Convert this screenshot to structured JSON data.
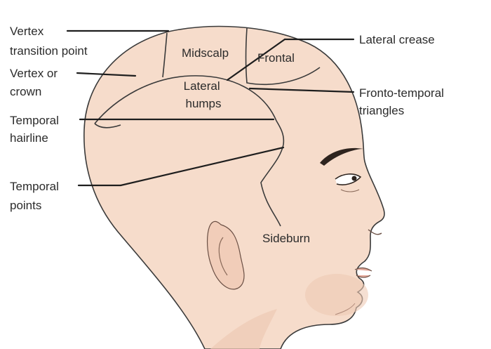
{
  "colors": {
    "skin": "#f6dccb",
    "skin_shadow": "#eec9b4",
    "outline": "#3a3a3a",
    "leader": "#1e1e1e",
    "text": "#2b2b2b",
    "lip": "#e3a89a"
  },
  "labels": {
    "vertex_transition": [
      "Vertex",
      "transition point"
    ],
    "vertex_crown": [
      "Vertex or",
      "crown"
    ],
    "temporal_hairline": [
      "Temporal",
      "hairline"
    ],
    "temporal_points": [
      "Temporal",
      "points"
    ],
    "lateral_crease": "Lateral crease",
    "fronto_temporal": [
      "Fronto-temporal",
      "triangles"
    ]
  },
  "zones": {
    "midscalp": "Midscalp",
    "frontal": "Frontal",
    "lateral_humps": [
      "Lateral",
      "humps"
    ],
    "sideburn": "Sideburn"
  }
}
